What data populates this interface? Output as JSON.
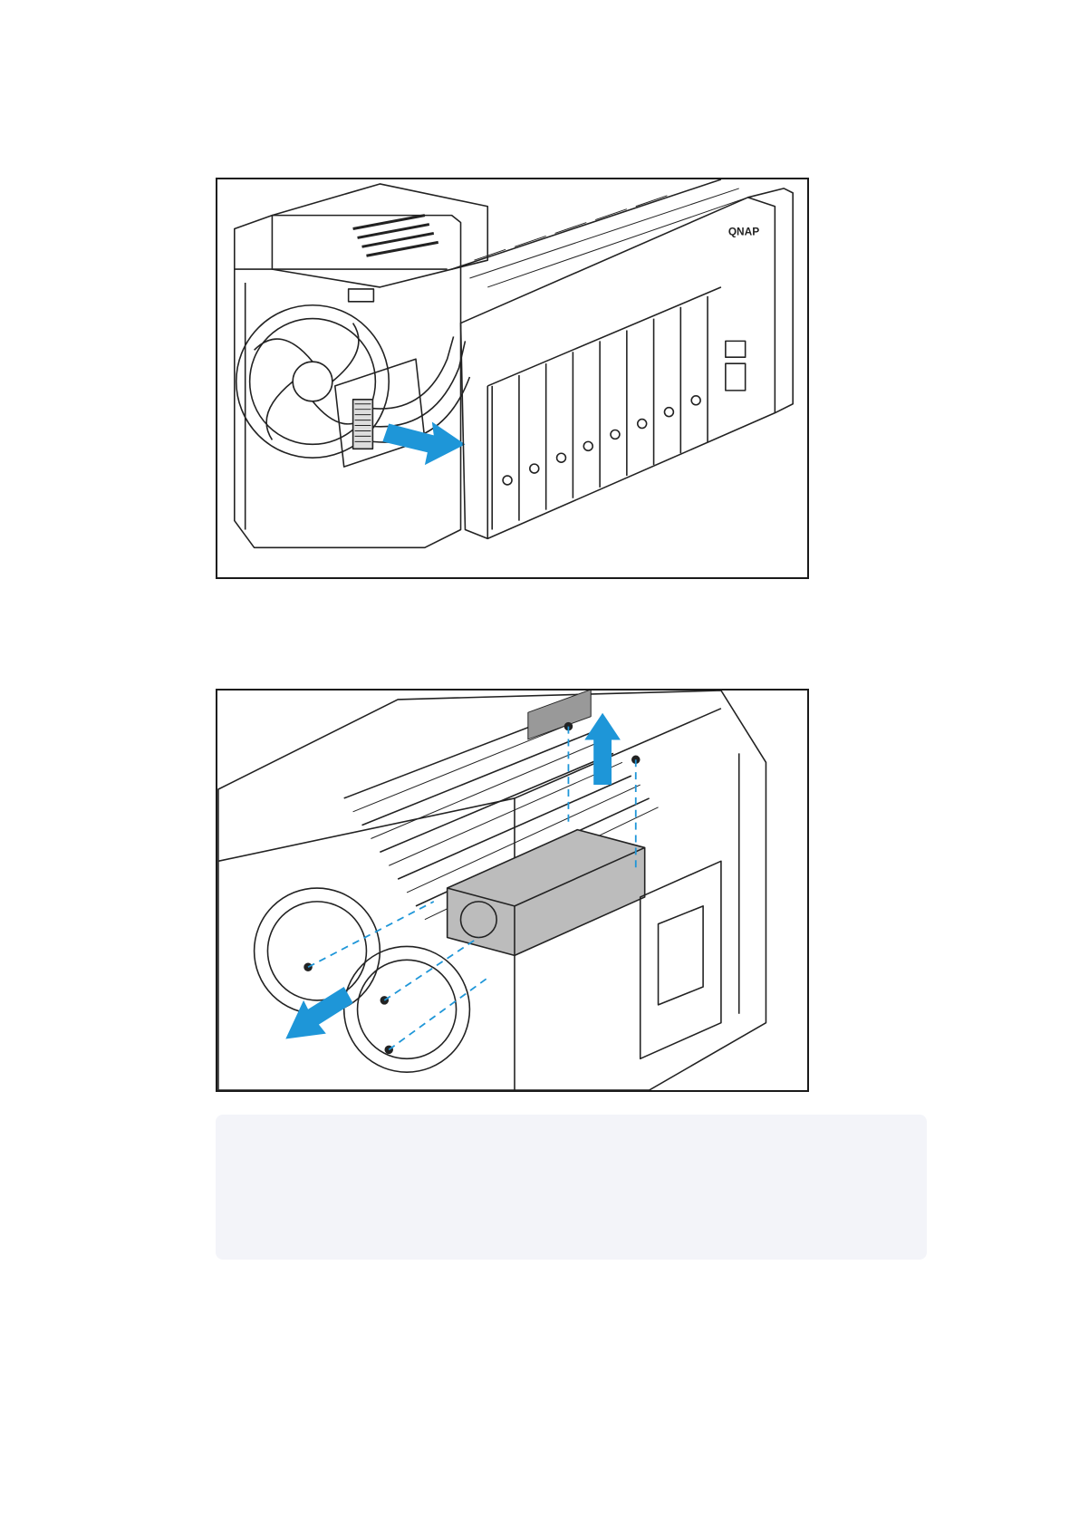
{
  "figures": [
    {
      "id": "fig1",
      "logo_text": "QNAP",
      "arrow_color": "#1e96d8"
    },
    {
      "id": "fig2",
      "arrow_color": "#1e96d8",
      "guide_line_color": "#1e96d8"
    }
  ],
  "note": {
    "text": ""
  }
}
